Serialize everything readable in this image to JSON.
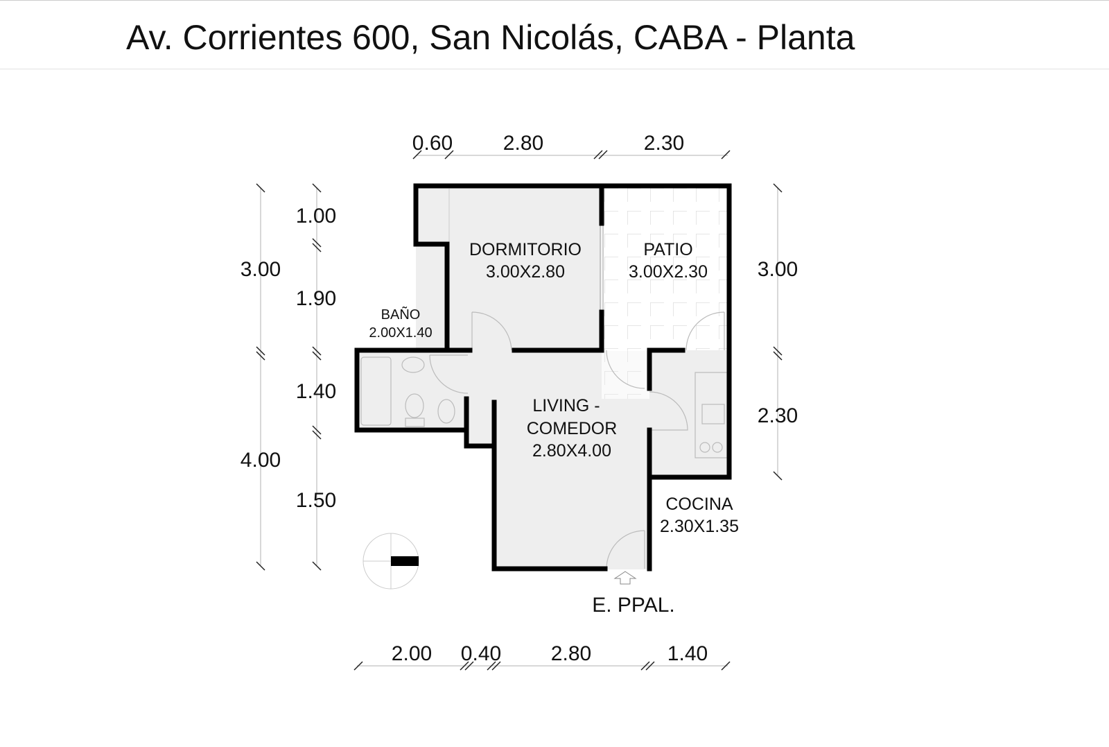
{
  "title": "Av. Corrientes 600, San Nicolás, CABA - Planta",
  "rooms": {
    "dormitorio": {
      "name": "DORMITORIO",
      "size": "3.00X2.80"
    },
    "patio": {
      "name": "PATIO",
      "size": "3.00X2.30"
    },
    "bano": {
      "name": "BAÑO",
      "size": "2.00X1.40"
    },
    "living": {
      "name1": "LIVING -",
      "name2": "COMEDOR",
      "size": "2.80X4.00"
    },
    "cocina": {
      "name": "COCINA",
      "size": "2.30X1.35"
    }
  },
  "entrance": "E. PPAL.",
  "dimensions": {
    "top": [
      "0.60",
      "2.80",
      "2.30"
    ],
    "bottom": [
      "2.00",
      "0.40",
      "2.80",
      "1.40"
    ],
    "left_outer": [
      "3.00",
      "4.00"
    ],
    "left_inner": [
      "1.00",
      "1.90",
      "1.40",
      "1.50"
    ],
    "right": [
      "3.00",
      "2.30"
    ]
  },
  "icons": {
    "compass": "north-arrow-icon",
    "entrance": "entrance-arrow-icon"
  }
}
